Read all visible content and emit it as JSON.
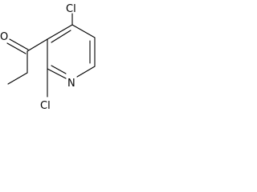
{
  "molecule": {
    "atoms": {
      "oxygen": "O",
      "chlorine_top": "Cl",
      "nitrogen": "N",
      "chlorine_bottom": "Cl"
    }
  },
  "colors": {
    "bond": "#000000",
    "label": "#000000",
    "background": "#ffffff"
  }
}
